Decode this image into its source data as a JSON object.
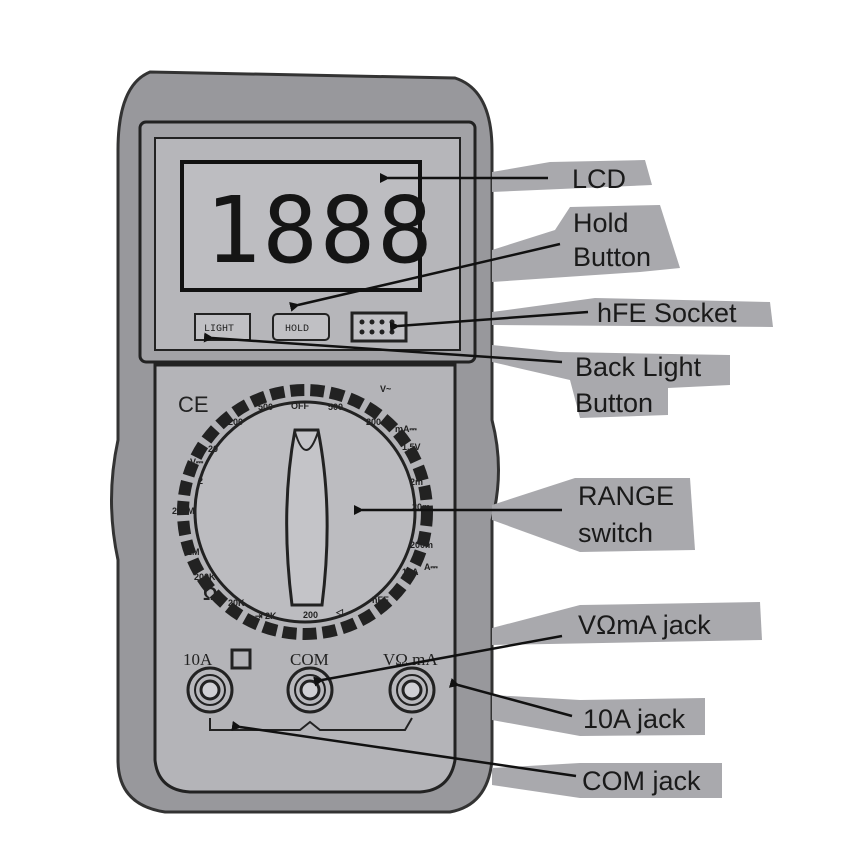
{
  "lcd": {
    "digits": "1888"
  },
  "buttons": {
    "light": "LIGHT",
    "hold": "HOLD"
  },
  "logo": {
    "ce": "CE"
  },
  "dial": {
    "labels": [
      "OFF",
      "500",
      "500",
      "200",
      "200",
      "20",
      "V⎓",
      "2",
      "200M",
      "2M",
      "200K",
      "Ω",
      "20K",
      "⇥ 2K",
      "200",
      "◁",
      "hFE",
      "10A",
      "A⎓",
      "200m",
      "20m",
      "2m",
      "mA⎓",
      "1.5V",
      "V~"
    ]
  },
  "jacks": {
    "tenA": "10A",
    "com": "COM",
    "vomA": "VΩ mA"
  },
  "callouts": {
    "lcd": "LCD",
    "hold_1": "Hold",
    "hold_2": "Button",
    "hfe": "hFE Socket",
    "backlight_1": "Back Light",
    "backlight_2": "Button",
    "range_1": "RANGE",
    "range_2": "switch",
    "vomA": "VΩmA jack",
    "tenA": "10A jack",
    "com": "COM jack"
  },
  "colors": {
    "body": "#98989c",
    "face": "#b4b4b8",
    "label_bg": "#a9a9ad",
    "ink": "#1a1a1a"
  }
}
